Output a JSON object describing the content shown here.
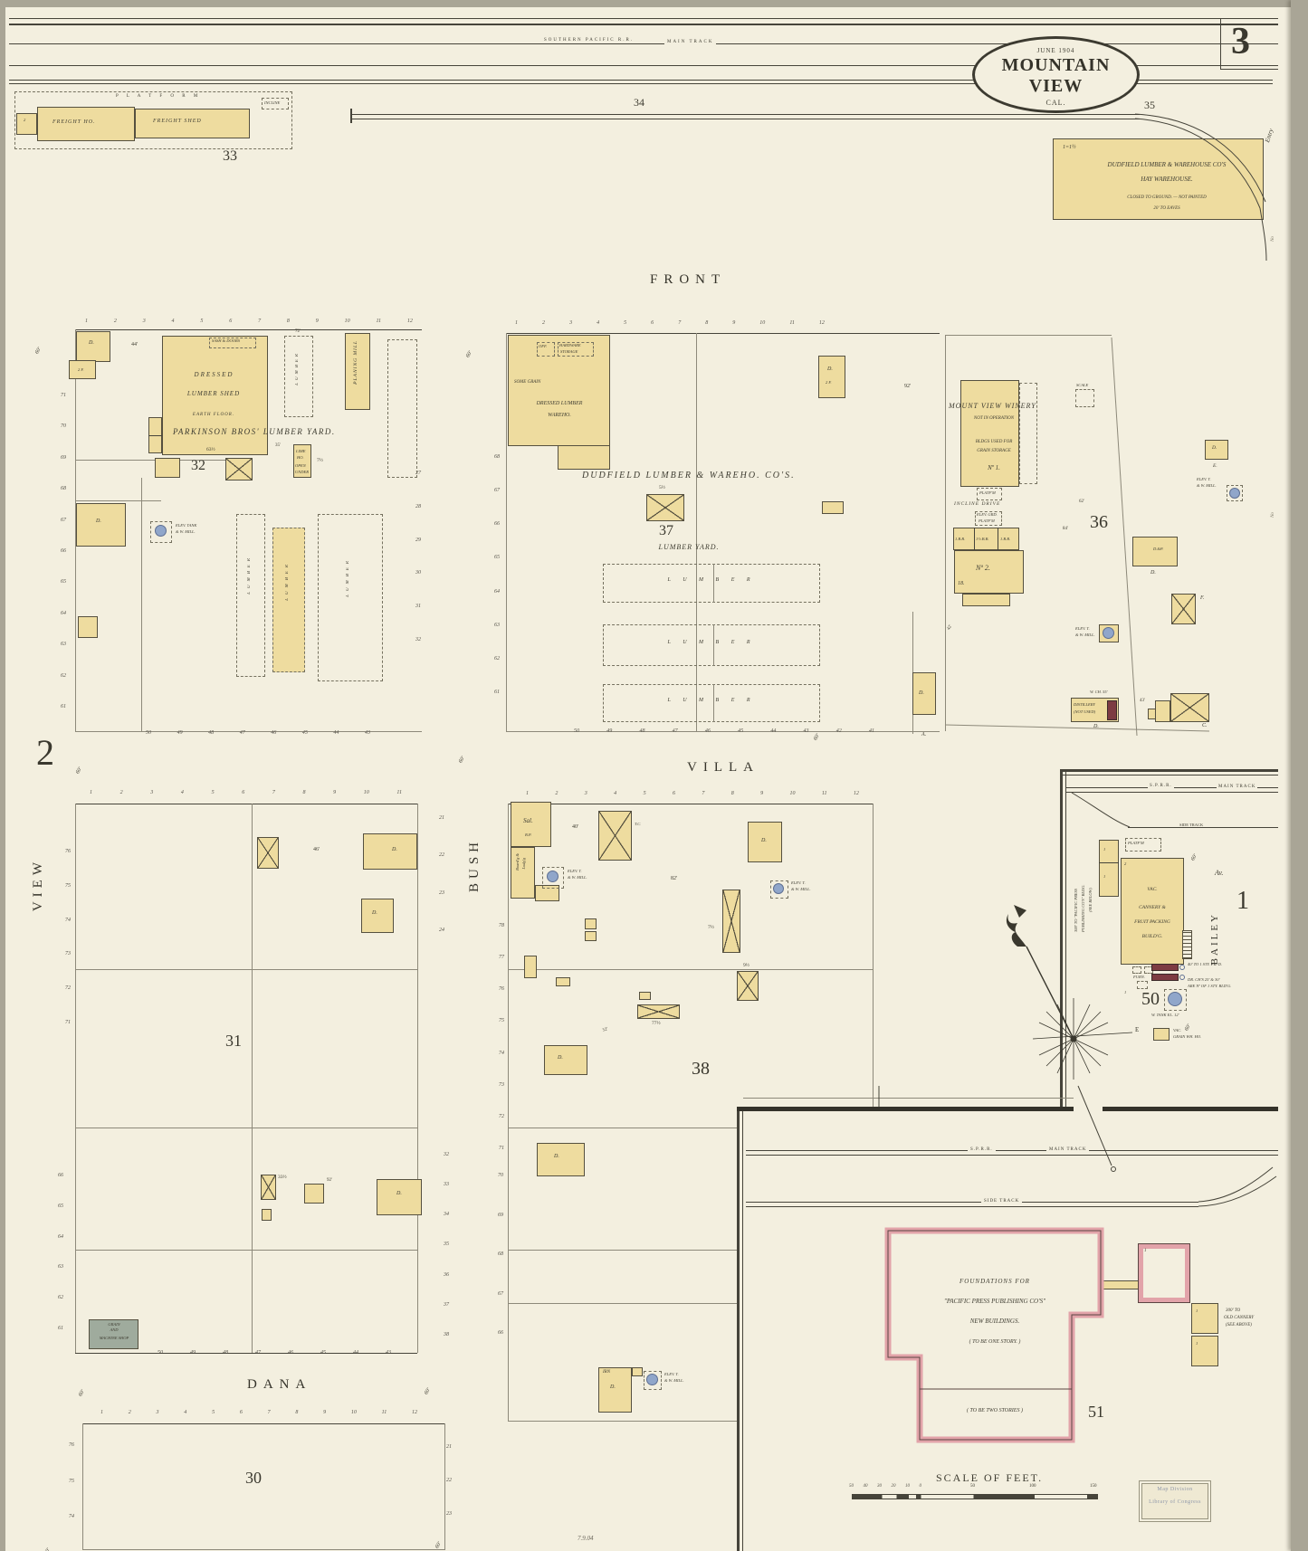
{
  "sheet": {
    "number": "3",
    "date": "June 1904",
    "city": "MOUNTAIN VIEW",
    "state": "CAL.",
    "left_track_num": "34",
    "right_track_num": "35",
    "entry": "Entry",
    "no_mark": "No",
    "surveyor_mark": "7.9.04"
  },
  "rr": {
    "southern_pacific": "SOUTHERN PACIFIC R.R.",
    "main_track": "MAIN TRACK",
    "sprr": "S.P.R.R.",
    "side_track": "SIDE  TRACK"
  },
  "streets": {
    "front": "FRONT",
    "villa": "VILLA",
    "dana": "DANA",
    "bush": "BUSH",
    "view": "VIEW",
    "bailey": "BAILEY",
    "bailey_av": "Av.",
    "w60": "60'"
  },
  "abbr": {
    "d": "D.",
    "one": "1",
    "two": "2",
    "x": "x",
    "f2": "2 F.",
    "e": "E.",
    "a": "A.",
    "c": "C.",
    "f": "F.",
    "tc": "T.C.",
    "bp": "B.P.",
    "dp": "D.&P.",
    "elev_t": "ELEV. T.",
    "w_mill": "& W. MILL.",
    "elev_tank": "ELEV. TANK",
    "sal": "Sal.",
    "irn": "IRN"
  },
  "b33": {
    "num": "33",
    "freight_ho": "FREIGHT  HO.",
    "freight_shed": "FREIGHT  SHED",
    "platform": "P L A T F O R M",
    "incline": "INCLINE"
  },
  "hay": {
    "scale": "1=1½",
    "l1": "DUDFIELD LUMBER & WAREHOUSE CO'S",
    "l2": "HAY WAREHOUSE.",
    "l3": "CLOSED TO GROUND.   —   NOT PAINTED",
    "l4": "20' TO EAVES"
  },
  "b32": {
    "num": "32",
    "top_lots": [
      "1",
      "2",
      "3",
      "4",
      "5",
      "6",
      "7",
      "8",
      "9",
      "10",
      "11",
      "12"
    ],
    "left_nums": [
      "71",
      "70",
      "69",
      "68",
      "67",
      "66",
      "65",
      "64",
      "63",
      "62",
      "61"
    ],
    "right_nums": [
      "27",
      "28",
      "29",
      "30",
      "31",
      "32"
    ],
    "bottom_lots": [
      "50",
      "49",
      "48",
      "47",
      "46",
      "45",
      "44",
      "43"
    ],
    "dim44": "44'",
    "sash": "SASH & DOORS",
    "dressed1": "DRESSED",
    "dressed2": "LUMBER  SHED",
    "dressed3": "EARTH  FLOOR.",
    "yard": "PARKINSON  BROS'  LUMBER  YARD.",
    "lumber": "LUMBER",
    "dim72": "72'",
    "planing": "PLANING  MILL",
    "dim26": "26'",
    "lime1": "LIME",
    "lime2": "HO.",
    "lime3": "OPEN",
    "lime4": "UNDER",
    "dim7h": "7½",
    "dim35": "35'",
    "dim63h": "63½"
  },
  "b37": {
    "num": "37",
    "top_lots": [
      "1",
      "2",
      "3",
      "4",
      "5",
      "6",
      "7",
      "8",
      "9",
      "10",
      "11",
      "12"
    ],
    "left_nums": [
      "68",
      "67",
      "66",
      "65",
      "64",
      "63",
      "62",
      "61"
    ],
    "bottom_lots": [
      "50",
      "49",
      "48",
      "47",
      "46",
      "45",
      "44",
      "43",
      "42",
      "41"
    ],
    "company": "DUDFIELD    LUMBER    &    WAREHO.  CO'S.",
    "yard": "LUMBER  YARD.",
    "some_grain": "SOME GRAIN",
    "wh1": "DRESSED  LUMBER",
    "wh2": "WAREHO.",
    "off1": "OFF.",
    "off2": "1½ CH.",
    "hdw1": "HARDWARE",
    "hdw2": "STORAGE",
    "dim5h": "5½",
    "lumber": "L U M B E R",
    "dim92": "92'"
  },
  "b36": {
    "num": "36",
    "w1": "MOUNT VIEW WINERY",
    "w2": "NOT IN OPERATION",
    "w3": "BLDGS USED FOR",
    "w4": "GRAIN STORAGE",
    "no1": "Nº 1.",
    "no2": "Nº 2.",
    "n18": "18.",
    "platfm": "PLATF'M",
    "incline": "INCLINE    DRIVE",
    "elev_grd1": "ELEV. GRD.",
    "elev_grd2": "PLATF'M",
    "bb": [
      "1.B.B.",
      "1½.B.B.",
      "1.B.B."
    ],
    "scalebox": "SCALE",
    "dim62": "62'",
    "dim84": "84'",
    "dist1": "DISTILLERY",
    "dist2": "(NOT USED)",
    "wch": "W. CH. 55'",
    "dim43": "43'",
    "dim42": "42'"
  },
  "b2": {
    "num": "2"
  },
  "b1": {
    "num": "1"
  },
  "b31": {
    "num": "31",
    "top_lots": [
      "1",
      "2",
      "3",
      "4",
      "5",
      "6",
      "7",
      "8",
      "9",
      "10",
      "11"
    ],
    "left_upper": [
      "76",
      "75",
      "74",
      "73",
      "72",
      "71"
    ],
    "left_lower": [
      "66",
      "65",
      "64",
      "63",
      "62",
      "61"
    ],
    "right_upper": [
      "21",
      "22",
      "23",
      "24"
    ],
    "right_lower": [
      "32",
      "33",
      "34",
      "35",
      "36",
      "37",
      "38"
    ],
    "bottom_lots": [
      "50",
      "49",
      "48",
      "47",
      "46",
      "45",
      "44",
      "43"
    ],
    "dim46": "46'",
    "dim33h": "33½",
    "dim92": "92'",
    "m1": "GRAIN",
    "m2": "AND",
    "m3": "MACHINE SHOP"
  },
  "b38": {
    "num": "38",
    "top_lots": [
      "1",
      "2",
      "3",
      "4",
      "5",
      "6",
      "7",
      "8",
      "9",
      "10",
      "11",
      "12"
    ],
    "left_upper": [
      "78",
      "77",
      "76",
      "75",
      "74",
      "73",
      "72",
      "71"
    ],
    "left_lower": [
      "70",
      "69",
      "68",
      "67",
      "66"
    ],
    "boardg1": "Board'g &",
    "boardg2": "Lodg'g",
    "dim40": "40'",
    "dim82": "82'",
    "dim7h": "7½",
    "dim9h": "9½",
    "dim77h": "77½",
    "dim52": "52'"
  },
  "b30": {
    "num": "30",
    "top_lots": [
      "1",
      "2",
      "3",
      "4",
      "5",
      "6",
      "7",
      "8",
      "9",
      "10",
      "11",
      "12"
    ],
    "left_nums": [
      "76",
      "75",
      "74"
    ],
    "right_nums": [
      "21",
      "22",
      "23"
    ]
  },
  "b50": {
    "num": "50",
    "vac1": "VAC.",
    "vac2": "CANNERY &",
    "vac3": "FRUIT PACKING",
    "vac4": "BUILD'G.",
    "platfm": "PLATF'M",
    "furn": "FURN.",
    "wtank": "W. TANK EL. 12'",
    "note1": "40' TO 1 STY. FR. D.",
    "note2": "DR. CH'S 25' & 30'",
    "note3": "ARE Nº OF 1 STY. BLD'G.",
    "grain1": "VAC.",
    "grain2": "GRAIN WH. HO.",
    "press_v1": "300' TO \"PACIFIC PRESS",
    "press_v2": "PUBLISHING CO'S\" BLDG.",
    "press_v3": "(SEE BELOW)"
  },
  "b51": {
    "num": "51",
    "f1": "FOUNDATIONS    FOR",
    "f2": "\"PACIFIC  PRESS  PUBLISHING  CO'S\"",
    "f3": "NEW    BUILDINGS.",
    "f4": "(  TO  BE  ONE  STORY.  )",
    "f5": "( TO  BE  TWO STORIES )",
    "c1": "300' TO",
    "c2": "OLD CANNERY",
    "c3": "(SEE ABOVE)"
  },
  "scalebar": {
    "title": "SCALE  OF  FEET.",
    "minor": [
      "50",
      "40",
      "30",
      "20",
      "10",
      "0"
    ],
    "major": [
      "50",
      "100",
      "150"
    ]
  },
  "stamp": {
    "l1": "Map Division",
    "l2": "Library of Congress"
  },
  "compass": {
    "east": "E"
  }
}
